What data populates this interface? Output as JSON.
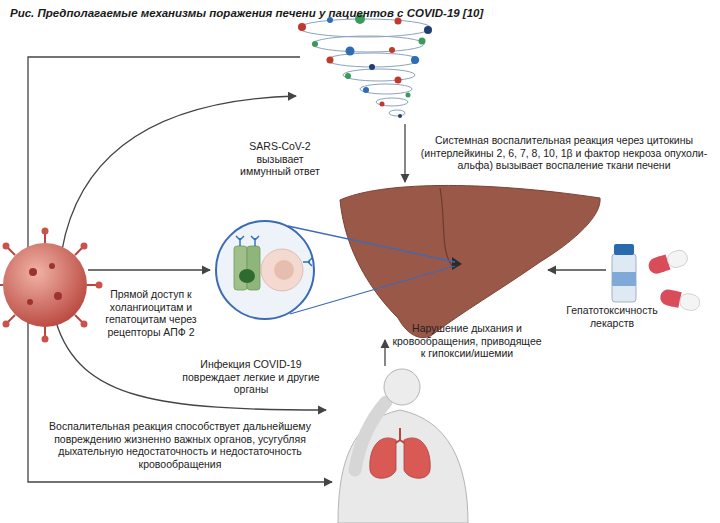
{
  "diagram": {
    "title": "Рис. Предполагаемые механизмы поражения печени у пациентов с COVID-19 [10]",
    "labels": [
      "SARS-CoV-2 вызывает иммунный ответ",
      "Системная воспалительная реакция через цитокины (интерлейкины 2, 6, 7, 8, 10, 1β и фактор некроза опухоли-альфа) вызывает воспаление ткани печени",
      "Прямой доступ к холангиоцитам и гепатоцитам через рецепторы АПФ 2",
      "Гепатотоксичность лекарств",
      "Нарушение дыхания и кровообращения, приводящее к гипоксии/ишемии",
      "Инфекция COVID-19 повреждает легкие и другие органы",
      "Воспалительная реакция способствует дальнейшему повреждению жизненно важных органов, усугубляя дыхательную недостаточность и недостаточность кровообращения"
    ]
  }
}
